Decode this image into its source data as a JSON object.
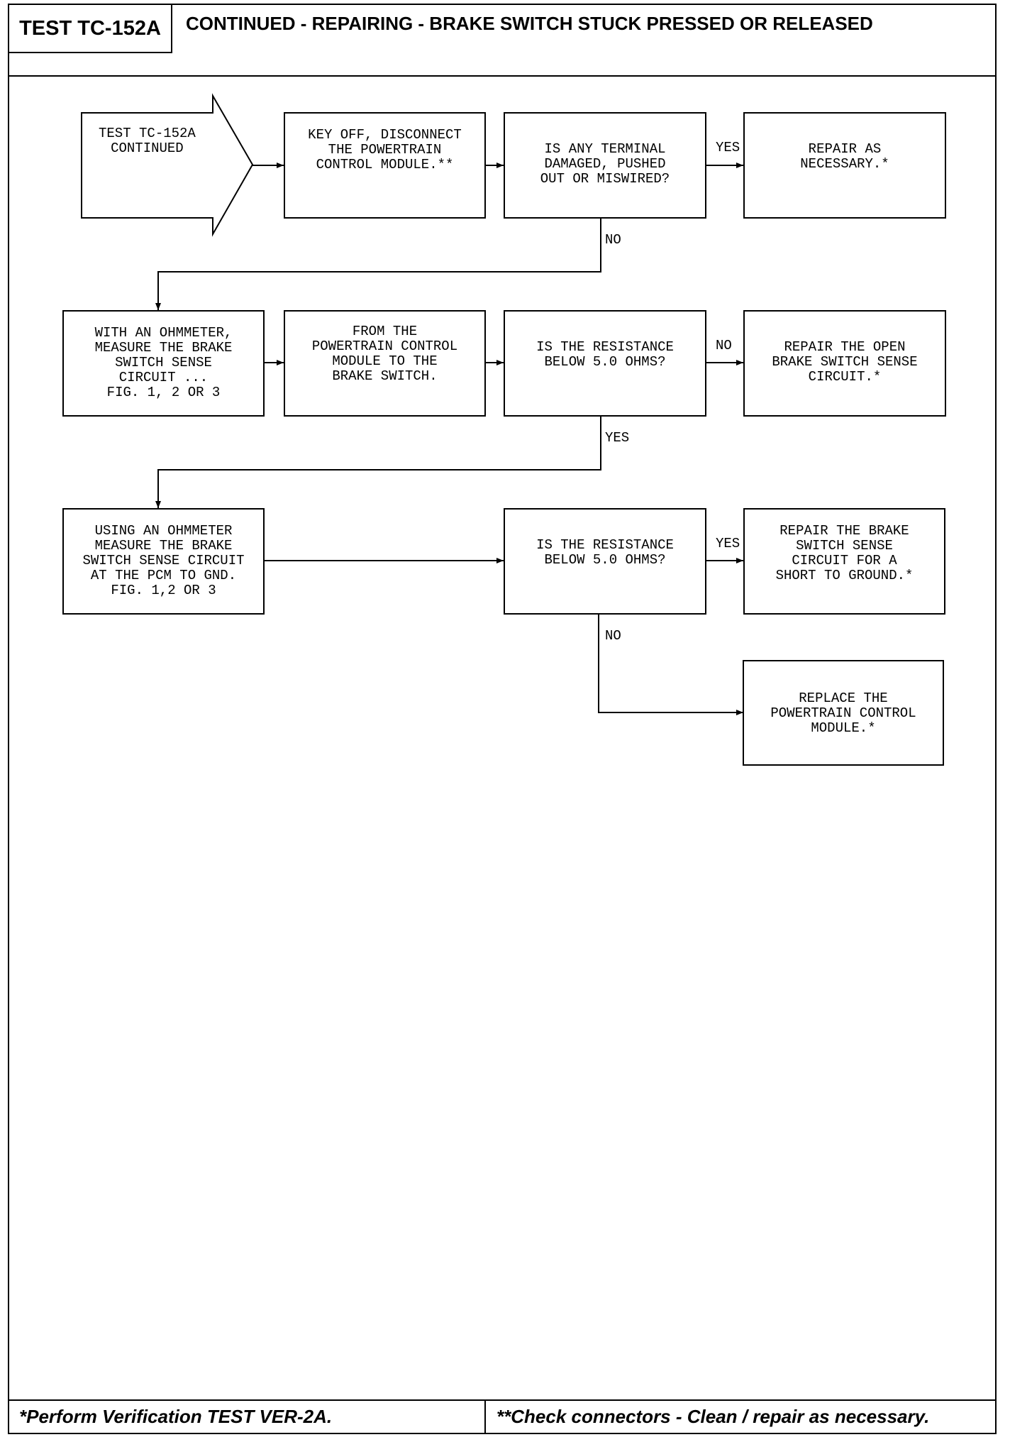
{
  "header": {
    "test_id": "TEST TC-152A",
    "title": "CONTINUED - REPAIRING - BRAKE SWITCH STUCK PRESSED OR RELEASED"
  },
  "flowchart": {
    "start": "TEST TC-152A\nCONTINUED",
    "step_disconnect": "KEY OFF, DISCONNECT\nTHE POWERTRAIN\nCONTROL MODULE.**",
    "q_terminal": "IS ANY TERMINAL\nDAMAGED, PUSHED\nOUT OR MISWIRED?",
    "repair_as_necessary": "REPAIR AS\nNECESSARY.*",
    "step_measure": "WITH AN OHMMETER,\nMEASURE THE BRAKE\nSWITCH SENSE\nCIRCUIT ...\nFIG. 1, 2 OR 3",
    "step_from_pcm": "FROM THE\nPOWERTRAIN CONTROL\nMODULE TO THE\nBRAKE SWITCH.",
    "q_resistance_1": "IS THE RESISTANCE\nBELOW 5.0 OHMS?",
    "repair_open": "REPAIR THE OPEN\nBRAKE SWITCH SENSE\nCIRCUIT.*",
    "step_gnd": "USING AN OHMMETER\nMEASURE THE BRAKE\nSWITCH SENSE CIRCUIT\nAT THE PCM TO GND.\nFIG. 1,2 OR 3",
    "q_resistance_2": "IS THE RESISTANCE\nBELOW 5.0 OHMS?",
    "repair_short": "REPAIR THE BRAKE\nSWITCH SENSE\nCIRCUIT FOR A\nSHORT TO GROUND.*",
    "replace_pcm": "REPLACE THE\nPOWERTRAIN CONTROL\nMODULE.*"
  },
  "labels": {
    "yes_1": "YES",
    "no_1": "NO",
    "no_2": "NO",
    "yes_2": "YES",
    "yes_3": "YES",
    "no_3": "NO"
  },
  "footer": {
    "left": "*Perform Verification TEST VER-2A.",
    "right": "**Check connectors - Clean / repair as necessary."
  }
}
